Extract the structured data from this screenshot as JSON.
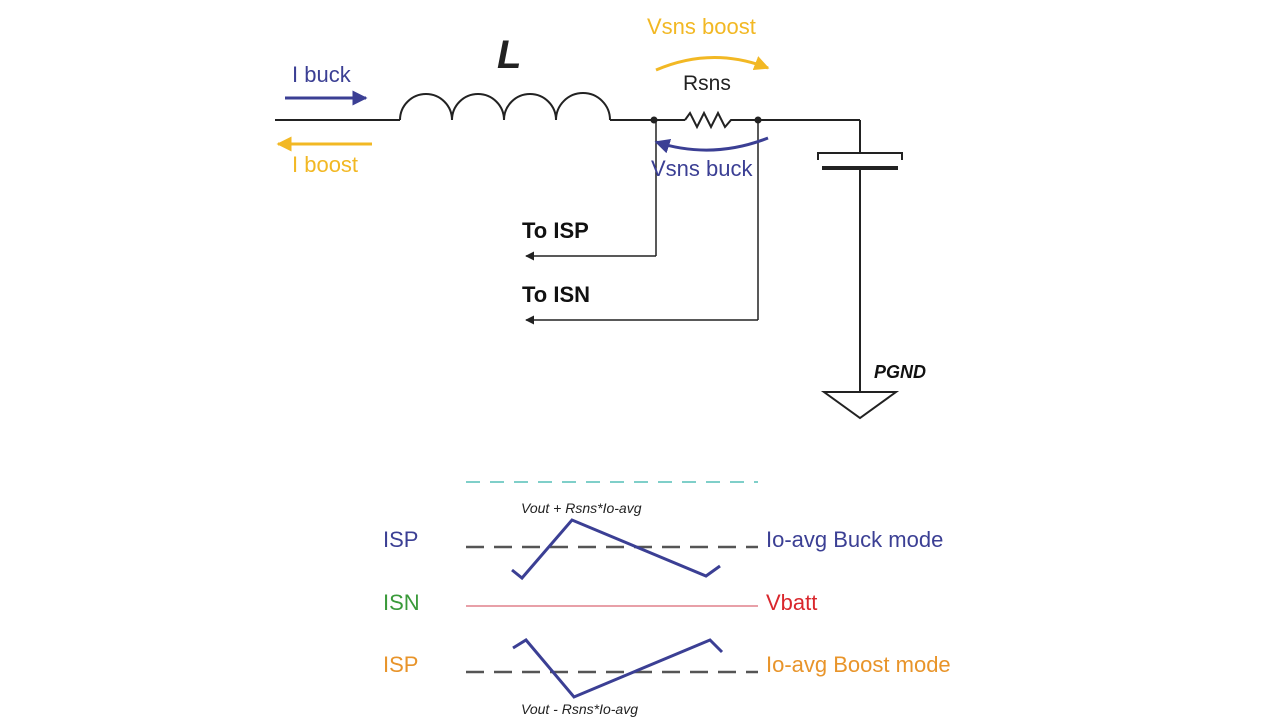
{
  "circuit": {
    "inductor_label": "L",
    "resistor_label": "Rsns",
    "i_buck": "I buck",
    "i_boost": "I boost",
    "vsns_boost": "Vsns boost",
    "vsns_buck": "Vsns buck",
    "to_isp": "To ISP",
    "to_isn": "To ISN",
    "pgnd": "PGND"
  },
  "waveforms": {
    "top_annotation": "Vout + Rsns*Io-avg",
    "bottom_annotation": "Vout - Rsns*Io-avg",
    "row1_left": "ISP",
    "row1_right": "Io-avg Buck mode",
    "row2_left": "ISN",
    "row2_right": "Vbatt",
    "row3_left": "ISP",
    "row3_right": "Io-avg Boost mode"
  },
  "colors": {
    "buck_blue": "#3b3f94",
    "boost_yellow": "#f2b824",
    "isn_green": "#3a9a3a",
    "vbatt_red": "#d9262c",
    "boost_orange": "#e8942a",
    "wire": "#222222",
    "teal_dash": "#7fcfc9",
    "pink_line": "#e8a0a8",
    "gray_dash": "#555555"
  }
}
